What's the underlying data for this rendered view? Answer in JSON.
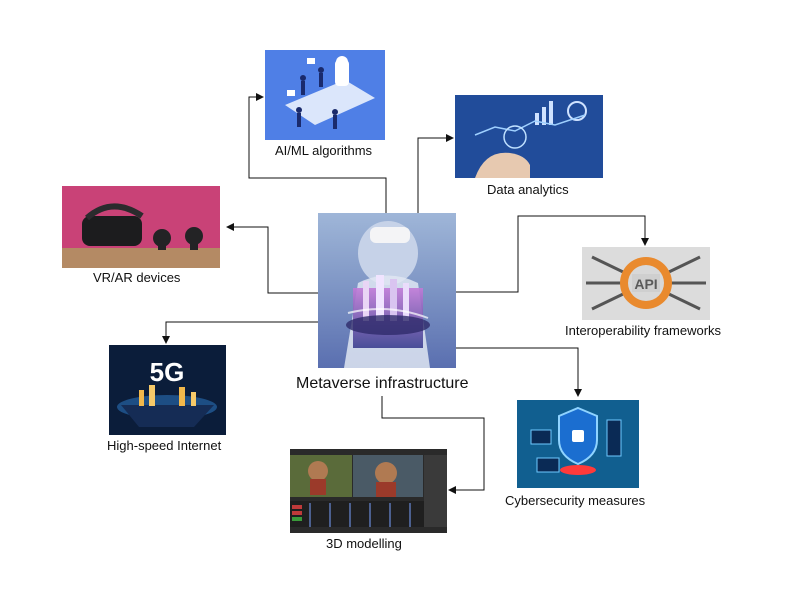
{
  "diagram": {
    "center": {
      "label": "Metaverse infrastructure"
    },
    "nodes": {
      "ai_ml": {
        "label": "AI/ML algorithms"
      },
      "data_analytics": {
        "label": "Data analytics"
      },
      "vr_ar": {
        "label": "VR/AR devices"
      },
      "interoperability": {
        "label": "Interoperability frameworks",
        "badge": "API"
      },
      "high_speed_internet": {
        "label": "High-speed Internet",
        "badge": "5G"
      },
      "cybersecurity": {
        "label": "Cybersecurity measures"
      },
      "modelling_3d": {
        "label": "3D modelling"
      }
    }
  }
}
